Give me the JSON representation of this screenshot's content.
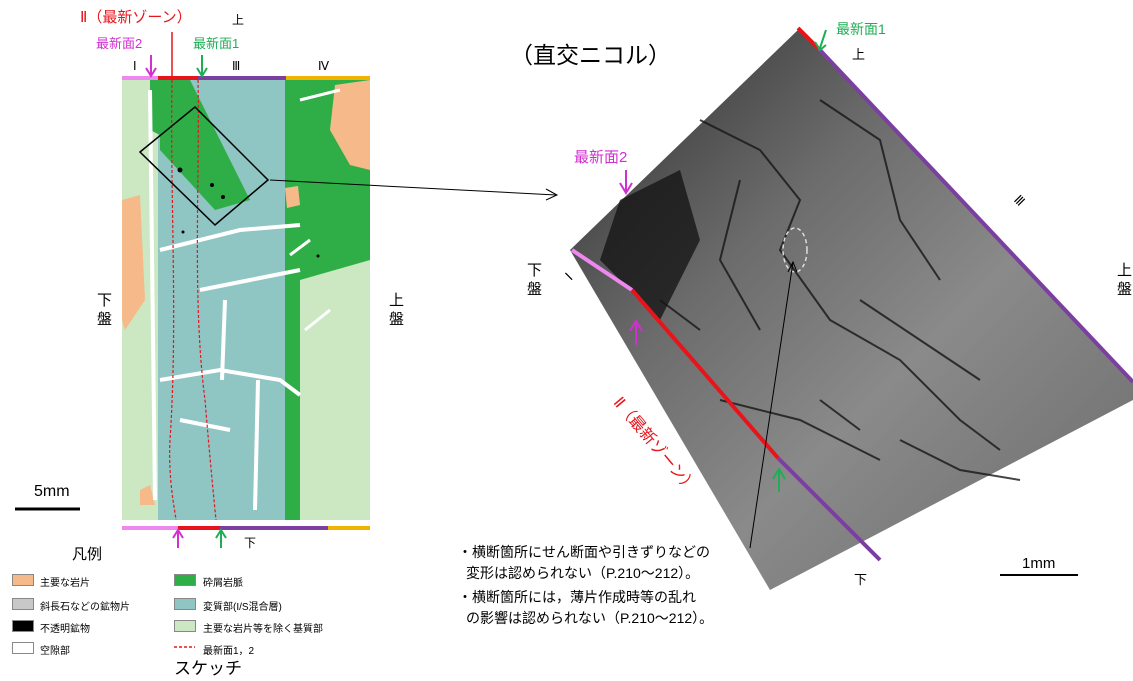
{
  "sketch": {
    "zone_label": "Ⅱ（最新ゾーン）",
    "top_side": "上",
    "surface2_label": "最新面2",
    "surface1_label": "最新面1",
    "zone_I": "Ⅰ",
    "zone_III": "Ⅲ",
    "zone_IV": "Ⅳ",
    "left_side": "下盤",
    "right_side": "上盤",
    "scale": "5mm",
    "bottom_side": "下",
    "caption": "スケッチ"
  },
  "legend": {
    "title": "凡例",
    "items": [
      {
        "label": "主要な岩片",
        "color": "#f6b98a"
      },
      {
        "label": "斜長石などの鉱物片",
        "color": "#c8c8c8"
      },
      {
        "label": "不透明鉱物",
        "color": "#000000"
      },
      {
        "label": "空隙部",
        "color": "#ffffff"
      },
      {
        "label": "砕屑岩脈",
        "color": "#2fae47"
      },
      {
        "label": "変質部(I/S混合層)",
        "color": "#8fc5c3"
      },
      {
        "label": "主要な岩片等を除く基質部",
        "color": "#cbe8c3"
      },
      {
        "label": "最新面1，2",
        "color": "#e8141b"
      }
    ]
  },
  "photo": {
    "title": "（直交ニコル）",
    "surface1_label": "最新面1",
    "top_side": "上",
    "surface2_label": "最新面2",
    "zone_III": "Ⅲ",
    "left_side": "下盤",
    "zone_I": "Ⅰ",
    "zone_II": "Ⅱ（最新ゾーン）",
    "right_side": "上盤",
    "bottom_side": "下",
    "scale": "1mm"
  },
  "notes": [
    "・横断箇所にせん断面や引きずりなどの",
    "変形は認められない（P.210〜212）。",
    "・横断箇所には，薄片作成時等の乱れ",
    "の影響は認められない（P.210〜212）。"
  ],
  "colors": {
    "red": "#e8141b",
    "magenta": "#d22fd0",
    "green": "#1fae55",
    "purple": "#7b3fa0",
    "pink": "#ee88ee",
    "orange": "#f0b400"
  }
}
